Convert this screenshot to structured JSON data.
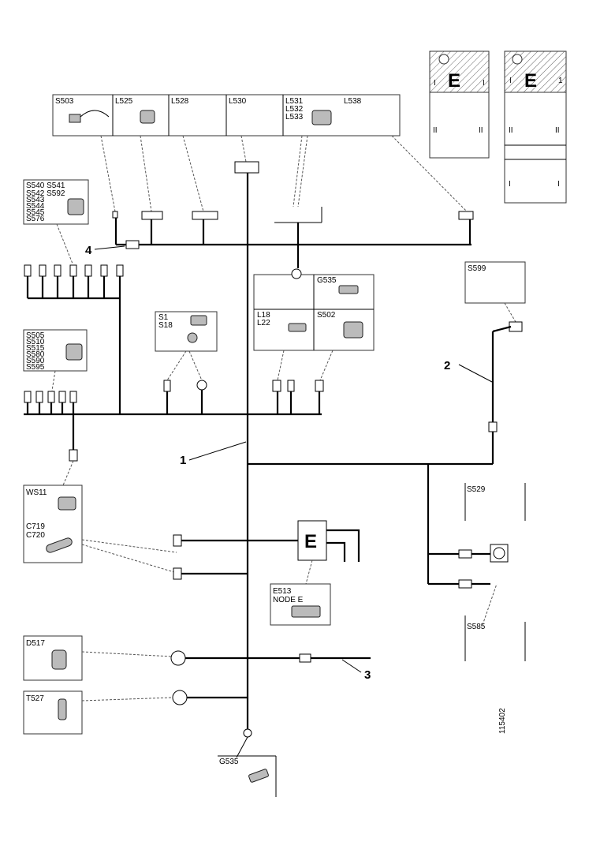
{
  "components": {
    "s503": "S503",
    "l525": "L525",
    "l528": "L528",
    "l530": "L530",
    "l531": "L531",
    "l532": "L532",
    "l533": "L533",
    "l538": "L538",
    "s_group1": [
      "S540 S541",
      "S542 S592",
      "S543",
      "S544",
      "S545",
      "S576"
    ],
    "s_group2": [
      "S505",
      "S510",
      "S515",
      "S580",
      "S590",
      "S595"
    ],
    "s1": "S1",
    "s18": "S18",
    "l18": "L18",
    "l22": "L22",
    "s502": "S502",
    "g535_top": "G535",
    "s599": "S599",
    "ws11": "WS11",
    "c719": "C719",
    "c720": "C720",
    "e_node_letter": "E",
    "e513": "E513",
    "node_e": "NODE E",
    "s529": "S529",
    "s585": "S585",
    "d517": "D517",
    "t527": "T527",
    "g535_bottom": "G535"
  },
  "callouts": {
    "c1": "1",
    "c2": "2",
    "c3": "3",
    "c4": "4"
  },
  "thumbnails": {
    "left": {
      "letter": "E",
      "mark_left": "I",
      "mark_right": "I",
      "tick_a": "II",
      "tick_b": "II"
    },
    "right": {
      "letter": "E",
      "mark_left": "I",
      "mark_right": "1",
      "tick_a": "II",
      "tick_b": "II",
      "tick_c": "I",
      "tick_d": "I"
    }
  },
  "figure_number": "115402"
}
